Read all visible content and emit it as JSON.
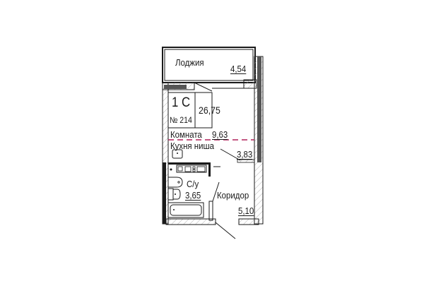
{
  "plan": {
    "unit_type": "1 C",
    "unit_number": "№ 214",
    "total_area": "26,75",
    "rooms": [
      {
        "name": "Лоджия",
        "area": "4,54"
      },
      {
        "name": "Комната",
        "area": "9,63"
      },
      {
        "name": "Кухня ниша",
        "area": "3,83"
      },
      {
        "name": "С/у",
        "area": "3,65"
      },
      {
        "name": "Коридор",
        "area": "5,10"
      }
    ]
  },
  "colors": {
    "wall": "#1a1a1a",
    "wall_fill": "#555555",
    "divider": "#b0205a"
  }
}
